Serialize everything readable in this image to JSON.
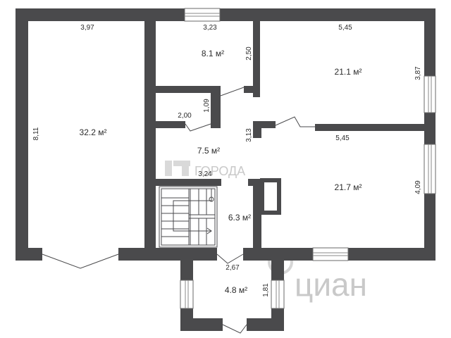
{
  "rooms": [
    {
      "id": "left-hall",
      "area": "32.2 м²"
    },
    {
      "id": "top-middle",
      "area": "8.1 м²"
    },
    {
      "id": "top-right",
      "area": "21.1 м²"
    },
    {
      "id": "corridor",
      "area": "7.5 м²"
    },
    {
      "id": "bottom-right",
      "area": "21.7 м²"
    },
    {
      "id": "stair-hall",
      "area": "6.3 м²"
    },
    {
      "id": "porch",
      "area": "4.8 м²"
    }
  ],
  "dimensions": {
    "left_top": "3,97",
    "left_side": "8,11",
    "mid_top": "3,23",
    "mid_side": "2,50",
    "right_top": "5,45",
    "right_side_top": "3,87",
    "closet_side": "1,09",
    "closet_bottom": "2,00",
    "corridor_side": "3,13",
    "right_mid": "5,45",
    "corridor_bottom": "3,24",
    "right_side_bottom": "4,09",
    "porch_top": "2,67",
    "porch_side": "1,81"
  },
  "watermarks": {
    "gorod": "ГОРОДА",
    "cian": "циан"
  }
}
